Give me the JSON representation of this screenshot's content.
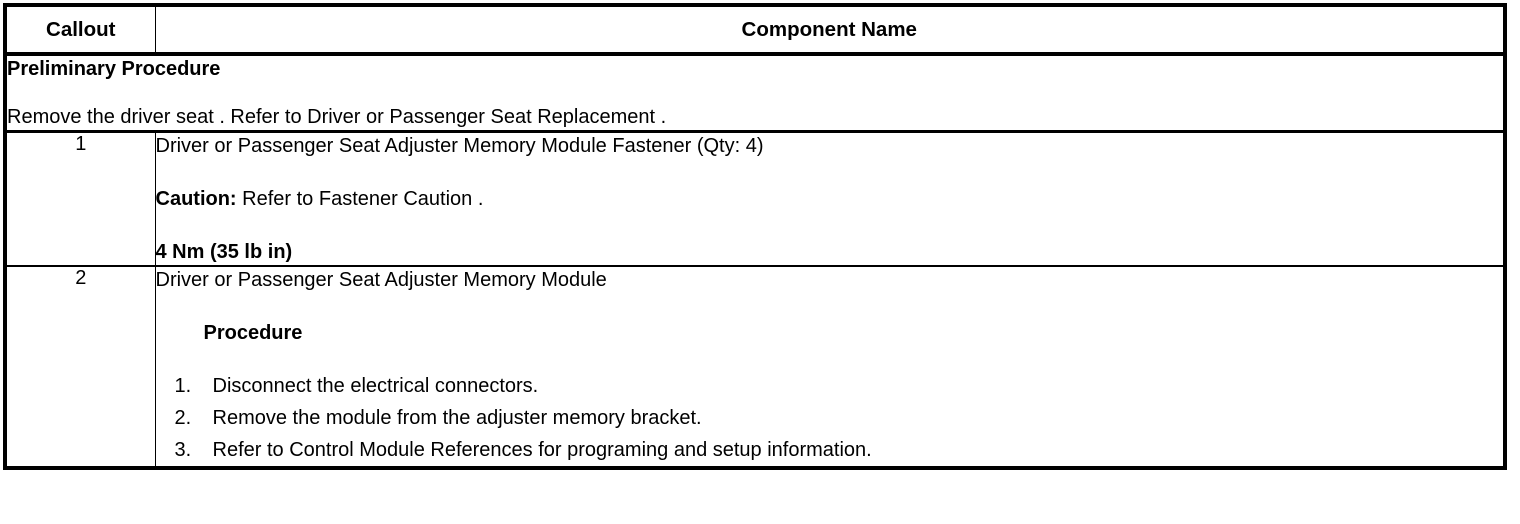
{
  "table": {
    "headers": {
      "callout": "Callout",
      "component": "Component Name"
    },
    "preliminary": {
      "title": "Preliminary Procedure",
      "text": "Remove the driver seat . Refer to Driver or Passenger Seat Replacement ."
    },
    "rows": [
      {
        "callout": "1",
        "title": "Driver or Passenger Seat Adjuster Memory Module Fastener (Qty: 4)",
        "caution_label": "Caution:",
        "caution_text": " Refer to Fastener Caution .",
        "torque": "4 Nm (35 lb in)"
      },
      {
        "callout": "2",
        "title": "Driver or Passenger Seat Adjuster Memory Module",
        "procedure_label": "Procedure",
        "steps": [
          "Disconnect the electrical connectors.",
          "Remove the module from the adjuster memory bracket.",
          "Refer to Control Module References for programing and setup information."
        ]
      }
    ]
  },
  "colors": {
    "border": "#000000",
    "text": "#000000",
    "background": "#ffffff"
  }
}
